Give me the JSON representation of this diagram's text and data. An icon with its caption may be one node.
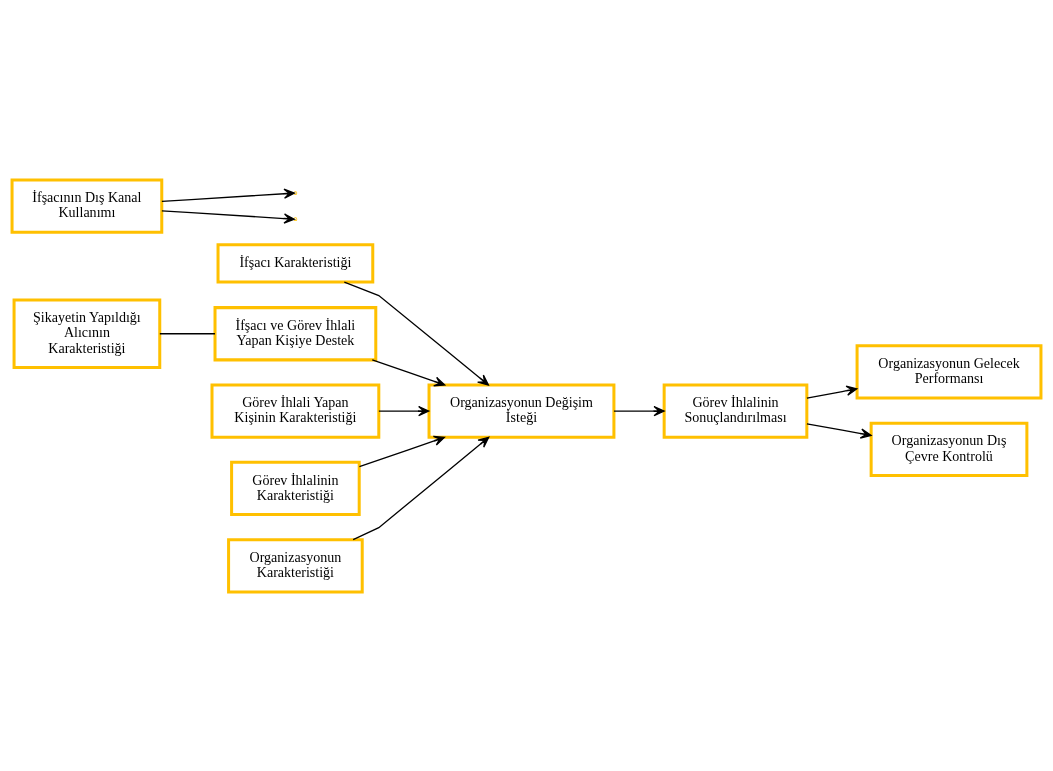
{
  "diagram": {
    "nodes": [
      {
        "text": [
          "İfşacı Karakteristiği"
        ]
      },
      {
        "text": [
          "Şikayetin Yapıldığı Alıcının Karakteristiği"
        ]
      },
      {
        "text": [
          "İfşacı ve Görev İhlali Yapan Kişiye Destek"
        ]
      },
      {
        "text": [
          "Görev İhlali Yapan Kişinin Karakteristiği"
        ]
      },
      {
        "text": [
          "Görev İhlalinin Karakteristiği"
        ]
      },
      {
        "text": [
          "İfşacının Dış Kanal Kullanımı"
        ]
      },
      {
        "text": [
          "Organizasyonun Karakteristiği"
        ]
      },
      {
        "text": [
          "Organizasyonun Değişim İsteği"
        ]
      },
      {
        "text": [
          "Görev İhlalinin Sonuçlandırılması"
        ]
      },
      {
        "text": [
          "Organizasyonun Gelecek Performansı"
        ]
      },
      {
        "text": [
          "Organizasyonun Dış Çevre Kontrolü"
        ]
      }
    ],
    "edges": [
      {
        "from": 0,
        "to": 7,
        "arrow": "to"
      },
      {
        "from": 1,
        "to": 2,
        "arrow": "none"
      },
      {
        "from": 2,
        "to": 7,
        "arrow": "to"
      },
      {
        "from": 3,
        "to": 7,
        "arrow": "to"
      },
      {
        "from": 4,
        "to": 7,
        "arrow": "to"
      },
      {
        "from": 5,
        "to": null,
        "arrow": "to"
      },
      {
        "from": 5,
        "to": null,
        "arrow": "to"
      },
      {
        "from": 6,
        "to": 7,
        "arrow": "to"
      },
      {
        "from": 7,
        "to": 8,
        "arrow": "to"
      },
      {
        "from": 8,
        "to": 9,
        "arrow": "to"
      },
      {
        "from": 8,
        "to": 10,
        "arrow": "to"
      }
    ]
  }
}
